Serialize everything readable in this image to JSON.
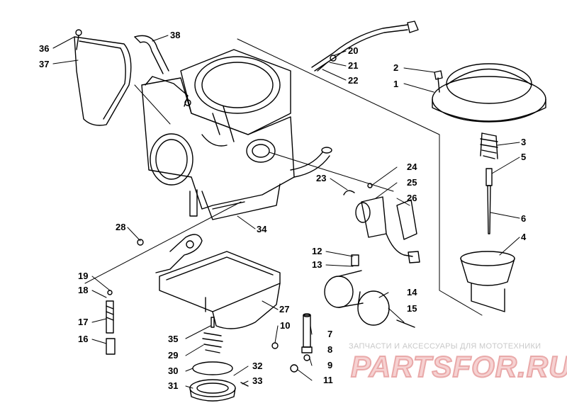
{
  "callouts": [
    "1",
    "2",
    "3",
    "4",
    "5",
    "6",
    "7",
    "8",
    "9",
    "10",
    "11",
    "12",
    "13",
    "14",
    "15",
    "16",
    "17",
    "18",
    "19",
    "20",
    "21",
    "22",
    "23",
    "24",
    "25",
    "26",
    "27",
    "28",
    "29",
    "30",
    "31",
    "32",
    "33",
    "34",
    "35",
    "36",
    "37",
    "38"
  ],
  "watermark": {
    "tagline": "ЗАПЧАСТИ И АКСЕССУАРЫ ДЛЯ МОТОТЕХНИКИ",
    "logo": "PARTSFOR.RU",
    "primary_color": "#e9a9a9"
  },
  "colors": {
    "line": "#000000",
    "background": "#ffffff"
  }
}
